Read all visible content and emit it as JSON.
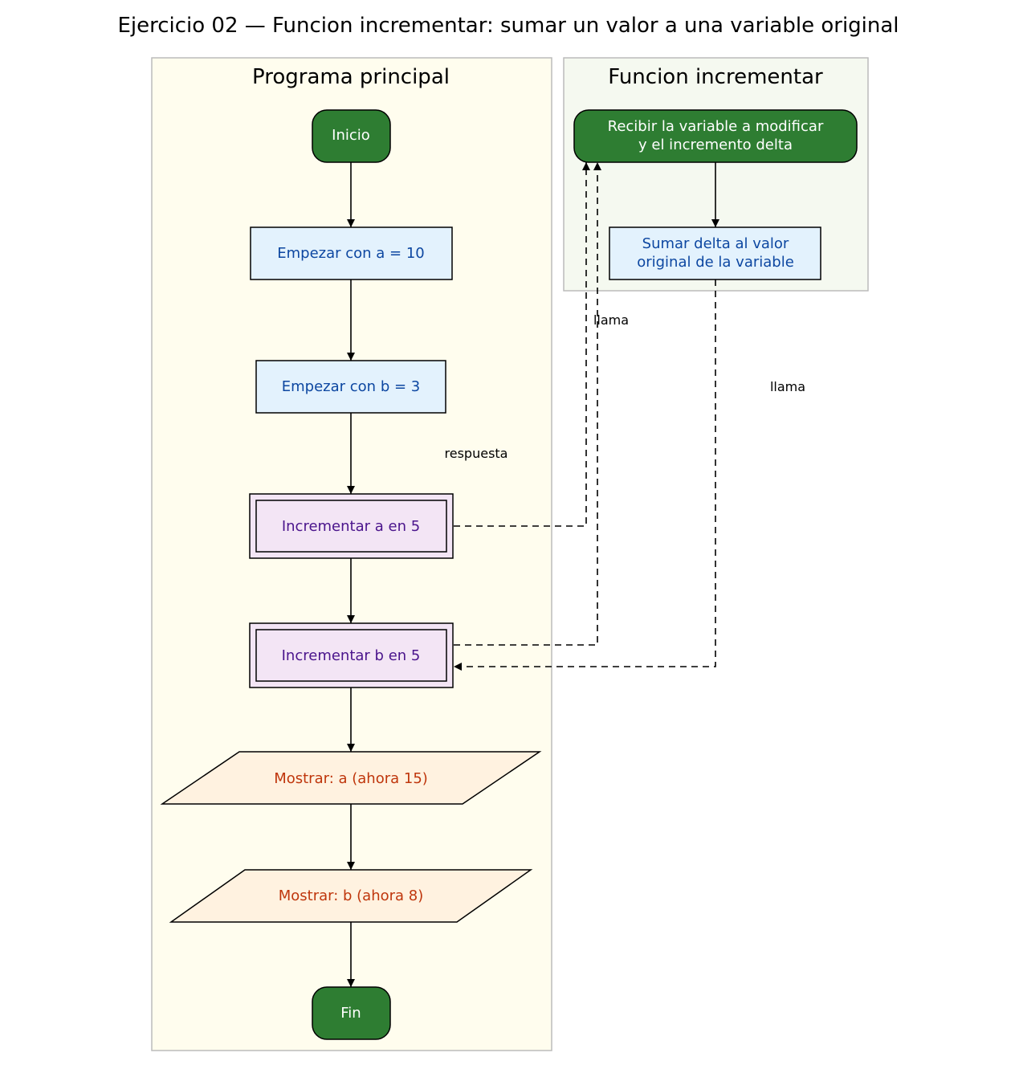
{
  "title": "Ejercicio 02 — Funcion incrementar: sumar un valor a una variable original",
  "colors": {
    "main_cluster_fill": "#fffdee",
    "func_cluster_fill": "#f5f9f0",
    "cluster_border": "#bbbbbb",
    "terminal_fill": "#2e7d32",
    "terminal_text": "#ffffff",
    "process_fill": "#e3f2fd",
    "process_text": "#0d47a1",
    "call_fill": "#f3e5f5",
    "call_text": "#4a148c",
    "io_fill": "#fff2e0",
    "io_text": "#bf360c",
    "stroke": "#000000"
  },
  "clusters": {
    "main": {
      "label": "Programa principal"
    },
    "func": {
      "label": "Funcion incrementar"
    }
  },
  "nodes": {
    "inicio": {
      "label": "Inicio",
      "kind": "terminal"
    },
    "set_a": {
      "label": "Empezar con a = 10",
      "kind": "process"
    },
    "set_b": {
      "label": "Empezar con b = 3",
      "kind": "process"
    },
    "call_a": {
      "label": "Incrementar a en 5",
      "kind": "subroutine-call"
    },
    "call_b": {
      "label": "Incrementar b en 5",
      "kind": "subroutine-call"
    },
    "show_a": {
      "label": "Mostrar: a (ahora 15)",
      "kind": "output"
    },
    "show_b": {
      "label": "Mostrar: b (ahora 8)",
      "kind": "output"
    },
    "fin": {
      "label": "Fin",
      "kind": "terminal"
    },
    "recibir": {
      "lines": [
        "Recibir la variable a modificar",
        "y el incremento delta"
      ],
      "kind": "terminal"
    },
    "sumar": {
      "lines": [
        "Sumar delta al valor",
        "original de la variable"
      ],
      "kind": "process"
    }
  },
  "edges": {
    "call_a_to_recibir": {
      "label": "llama",
      "style": "dashed"
    },
    "call_b_to_recibir": {
      "label": "llama",
      "style": "dashed"
    },
    "sumar_to_call_b": {
      "label": "respuesta",
      "style": "dashed"
    }
  }
}
